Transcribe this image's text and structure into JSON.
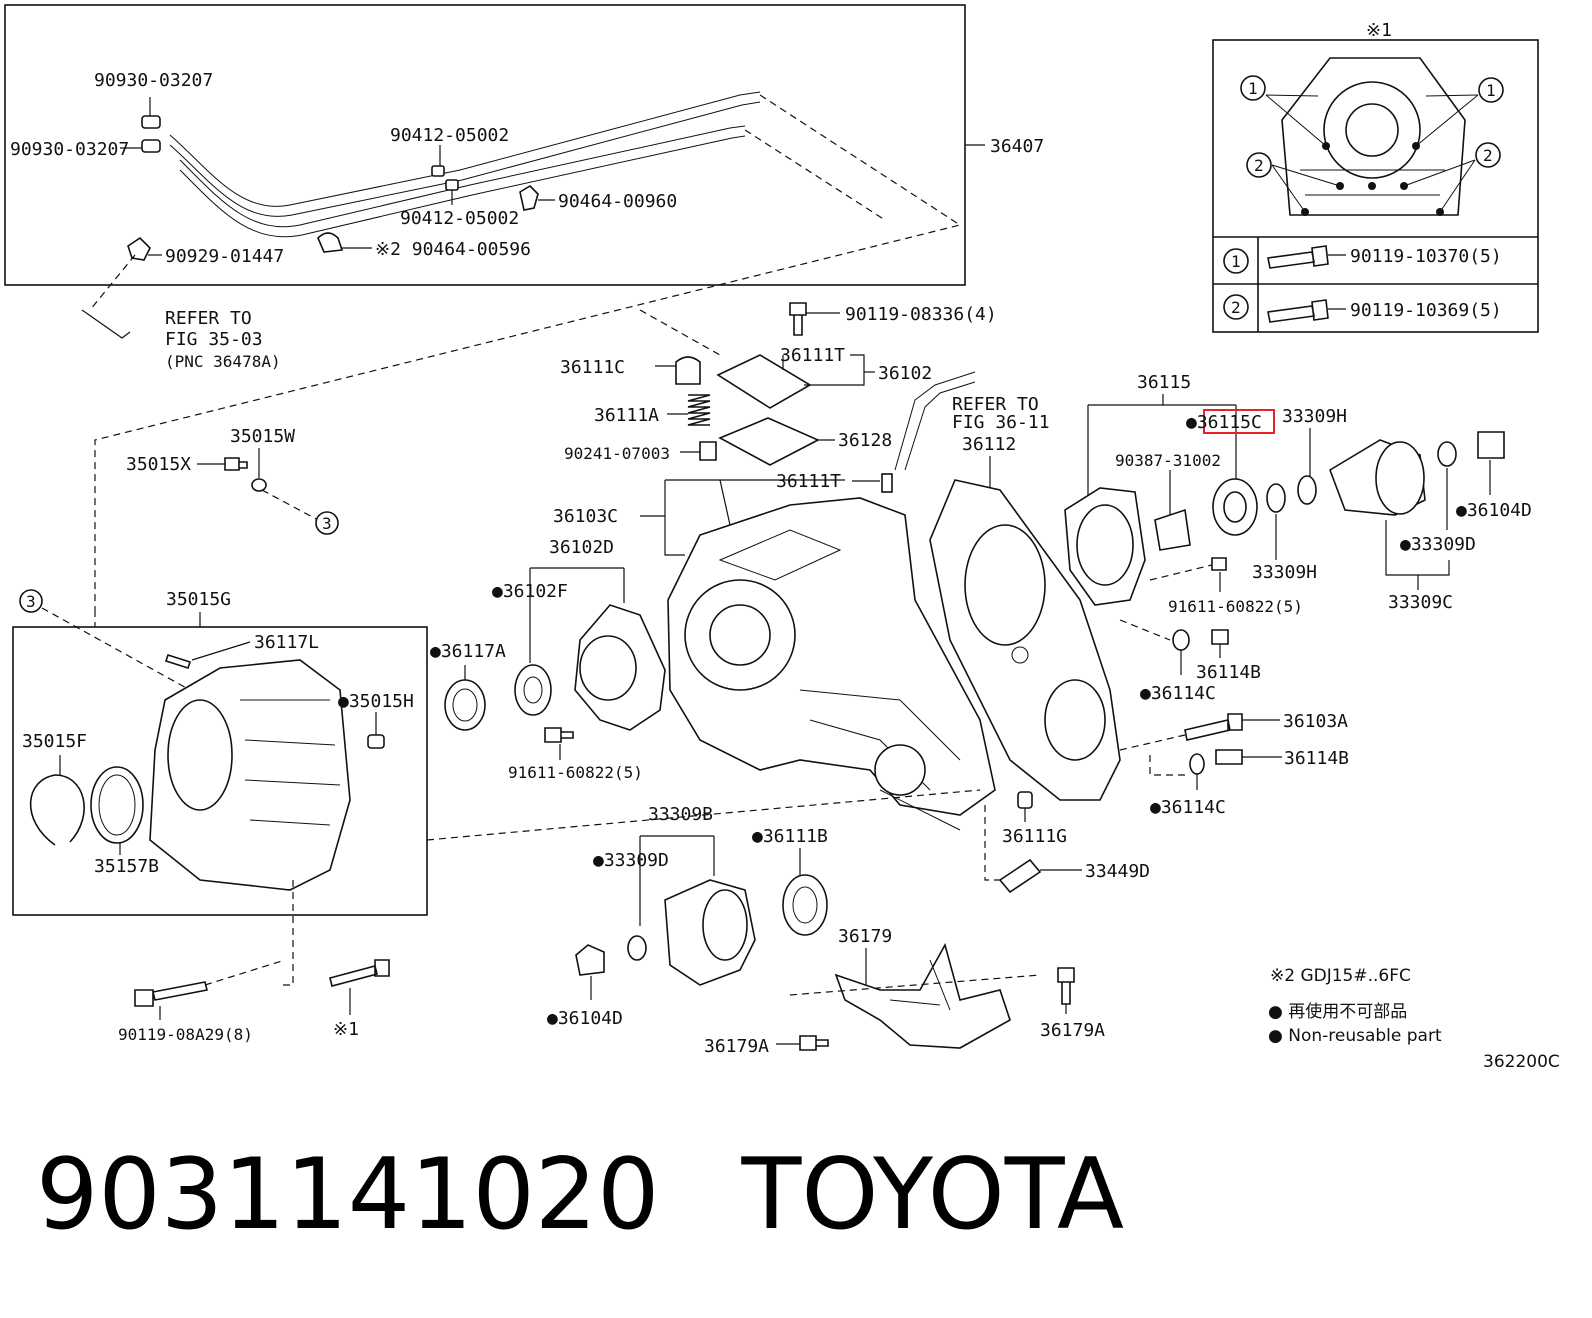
{
  "callouts": {
    "p90930_a": "90930-03207",
    "p90930_b": "90930-03207",
    "p90412_a": "90412-05002",
    "p90412_b": "90412-05002",
    "p90464_00960": "90464-00960",
    "p90929": "90929-01447",
    "p90464_00596": "※2 90464-00596",
    "p36407": "36407",
    "refer1_line1": "REFER TO",
    "refer1_line2": "FIG 35-03",
    "refer1_line3": "(PNC 36478A)",
    "p90119_08336": "90119-08336(4)",
    "p36111C": "36111C",
    "p36111T_a": "36111T",
    "p36102": "36102",
    "p36111A": "36111A",
    "p36128": "36128",
    "p90241": "90241-07003",
    "p36111T_b": "36111T",
    "refer2_line1": "REFER TO",
    "refer2_line2": "FIG 36-11",
    "p36112": "36112",
    "p36115": "36115",
    "p36115C": "●36115C",
    "p33309H_a": "33309H",
    "p90387": "90387-31002",
    "p36104D_a": "●36104D",
    "p33309D_a": "●33309D",
    "p33309H_b": "33309H",
    "p33309C": "33309C",
    "p91611_a": "91611-60822(5)",
    "p35015W": "35015W",
    "p35015X": "35015X",
    "circ3_a": "3",
    "p36103C": "36103C",
    "p36102D": "36102D",
    "p36102F": "●36102F",
    "circ3_b": "3",
    "p35015G": "35015G",
    "p36117L": "36117L",
    "p36117A": "●36117A",
    "p35015H": "●35015H",
    "p35015F": "35015F",
    "p35157B": "35157B",
    "p91611_b": "91611-60822(5)",
    "p36114B_a": "36114B",
    "p36114C_a": "●36114C",
    "p36103A": "36103A",
    "p36114B_b": "36114B",
    "p36114C_b": "●36114C",
    "p33309B": "33309B",
    "p36111B": "●36111B",
    "p33309D_b": "●33309D",
    "p36111G": "36111G",
    "p33449D": "33449D",
    "p36179": "36179",
    "p36104D_b": "●36104D",
    "p90119_08A29": "90119-08A29(8)",
    "note1_mark": "※1",
    "p36179A_a": "36179A",
    "p36179A_b": "36179A"
  },
  "inset": {
    "mark": "※1",
    "circ1": "1",
    "circ2": "2",
    "row1_num": "1",
    "row1_part": "90119-10370(5)",
    "row2_num": "2",
    "row2_part": "90119-10369(5)"
  },
  "notes": {
    "note2": "※2 GDJ15#..6FC",
    "legend_jp": "● 再使用不可部品",
    "legend_en": "● Non-reusable part",
    "figure_code": "362200C"
  },
  "footer": {
    "part_number": "9031141020",
    "brand": "TOYOTA"
  },
  "colors": {
    "highlight": "#e8202a",
    "ink": "#111111"
  }
}
